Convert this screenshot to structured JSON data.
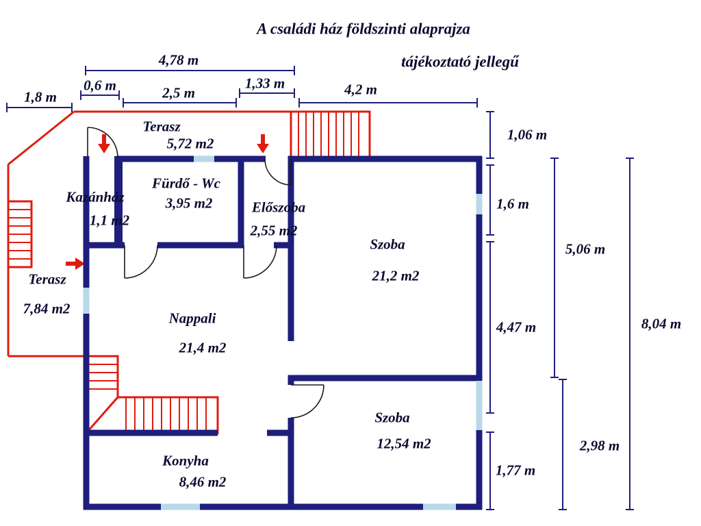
{
  "title": "A családi ház földszinti alaprajza",
  "subtitle": "tájékoztató jellegű",
  "rooms": {
    "terasz_felso": {
      "name": "Terasz",
      "area": "5,72 m2"
    },
    "furdo": {
      "name": "Fürdő - Wc",
      "area": "3,95 m2"
    },
    "kazanhaz": {
      "name": "Kazánház",
      "area": "1,1 m2"
    },
    "eloszoba": {
      "name": "Előszoba",
      "area": "2,55 m2"
    },
    "szoba_nagy": {
      "name": "Szoba",
      "area": "21,2 m2"
    },
    "terasz_oldalso": {
      "name": "Terasz",
      "area": "7,84 m2"
    },
    "nappali": {
      "name": "Nappali",
      "area": "21,4 m2"
    },
    "szoba_kis": {
      "name": "Szoba",
      "area": "12,54 m2"
    },
    "konyha": {
      "name": "Konyha",
      "area": "8,46 m2"
    }
  },
  "dimensions": {
    "top_total": "4,78 m",
    "top_a": "0,6 m",
    "top_b": "2,5 m",
    "top_c": "1,33 m",
    "top_right": "4,2 m",
    "left": "1,8 m",
    "right_a": "1,06 m",
    "right_b": "1,6 m",
    "right_c": "5,06 m",
    "right_d": "4,47 m",
    "right_total": "8,04 m",
    "right_e": "2,98 m",
    "right_f": "1,77 m"
  },
  "colors": {
    "wall": "#1e1e7c",
    "window": "#b9d9e8",
    "terrace": "#e01b0f",
    "text": "#0a0a2e"
  },
  "icons": {
    "entrance_arrows": [
      "entrance-arrow-down",
      "entrance-arrow-down",
      "entrance-arrow-right"
    ]
  }
}
